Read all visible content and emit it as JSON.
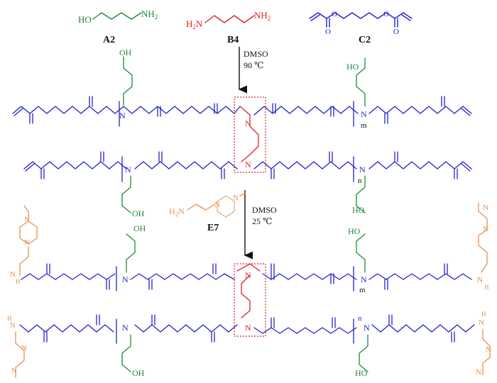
{
  "reagents": [
    {
      "id": "A2",
      "label": "A2",
      "formula": "HO~~~NH2",
      "color": "#1f8a3a"
    },
    {
      "id": "B4",
      "label": "B4",
      "formula": "H2N~~~~NH2",
      "color": "#e0202a"
    },
    {
      "id": "C2",
      "label": "C2",
      "formula": "diacrylate",
      "color": "#2222cc"
    },
    {
      "id": "E7",
      "label": "E7",
      "formula": "H2N~~N(piperazine)N-",
      "color": "#e39254"
    }
  ],
  "steps": [
    {
      "solvent": "DMSO",
      "temperature": "90 ℃"
    },
    {
      "solvent": "DMSO",
      "temperature": "25 ℃"
    }
  ],
  "text": {
    "ho": "HO",
    "oh": "OH",
    "nh2": "NH2",
    "h2n": "H2N",
    "n": "N",
    "h": "H",
    "o": "O",
    "m": "m",
    "n_sub": "n"
  },
  "colors": {
    "polymer": "#2222cc",
    "amino_alcohol": "#1f8a3a",
    "diamine": "#e0202a",
    "end_cap": "#e39254",
    "highlight_box": "#e0202a",
    "arrow": "#111111"
  }
}
